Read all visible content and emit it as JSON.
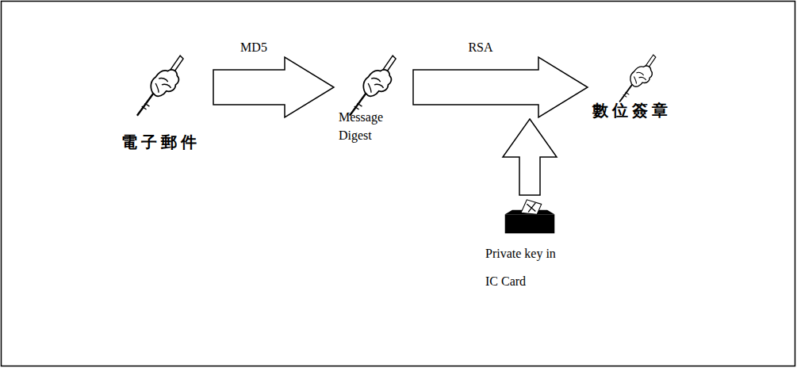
{
  "diagram": {
    "nodes": [
      {
        "text": [
          "電子郵件"
        ]
      },
      {
        "text": [
          "Message Digest"
        ]
      },
      {
        "text": [
          "數位簽章"
        ]
      },
      {
        "text": [
          "Private key in IC Card"
        ]
      }
    ],
    "edges": [
      {
        "from": 0,
        "to": 1,
        "label": "MD5",
        "arrow": "to"
      },
      {
        "from": 1,
        "to": 2,
        "label": "RSA",
        "arrow": "to"
      }
    ]
  }
}
